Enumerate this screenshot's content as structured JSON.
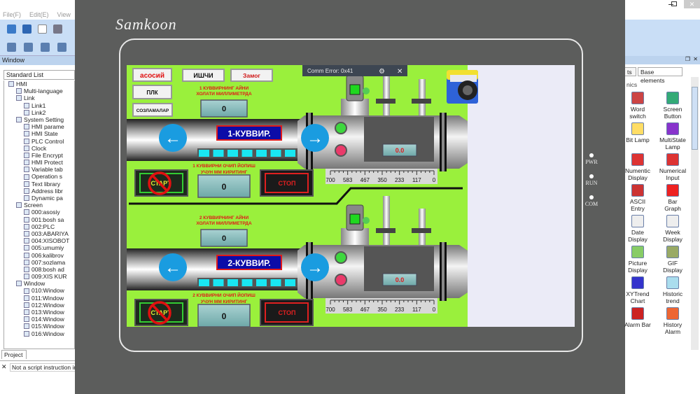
{
  "app": {
    "menu": [
      "File(F)",
      "Edit(E)",
      "View"
    ],
    "window_panel_title": "Window",
    "list_mode": "Standard List",
    "project_tab": "Project",
    "message": "Not a script instruction in"
  },
  "tree": [
    {
      "label": "HMI",
      "level": 0
    },
    {
      "label": "Multi-language",
      "level": 1
    },
    {
      "label": "Link",
      "level": 1
    },
    {
      "label": "Link1",
      "level": 2
    },
    {
      "label": "Link2",
      "level": 2
    },
    {
      "label": "System Setting",
      "level": 1
    },
    {
      "label": "HMI parame",
      "level": 2
    },
    {
      "label": "HMI State",
      "level": 2
    },
    {
      "label": "PLC Control",
      "level": 2
    },
    {
      "label": "Clock",
      "level": 2
    },
    {
      "label": "File Encrypt",
      "level": 2
    },
    {
      "label": "HMI Protect",
      "level": 2
    },
    {
      "label": "Variable tab",
      "level": 2
    },
    {
      "label": "Operation s",
      "level": 2
    },
    {
      "label": "Text library",
      "level": 2
    },
    {
      "label": "Address libr",
      "level": 2
    },
    {
      "label": "Dynamic pa",
      "level": 2
    },
    {
      "label": "Screen",
      "level": 1
    },
    {
      "label": "000:asosiy",
      "level": 2
    },
    {
      "label": "001:bosh sa",
      "level": 2
    },
    {
      "label": "002:PLC",
      "level": 2
    },
    {
      "label": "003:ABARIYA",
      "level": 2
    },
    {
      "label": "004:XISOBOT",
      "level": 2
    },
    {
      "label": "005:umumiy",
      "level": 2
    },
    {
      "label": "006:kalibrov",
      "level": 2
    },
    {
      "label": "007:sozlama",
      "level": 2
    },
    {
      "label": "008:bosh ad",
      "level": 2
    },
    {
      "label": "009:XIS KUR",
      "level": 2
    },
    {
      "label": "Window",
      "level": 1
    },
    {
      "label": "010:Window",
      "level": 2
    },
    {
      "label": "011:Window",
      "level": 2
    },
    {
      "label": "012:Window",
      "level": 2
    },
    {
      "label": "013:Window",
      "level": 2
    },
    {
      "label": "014:Window",
      "level": 2
    },
    {
      "label": "015:Window",
      "level": 2
    },
    {
      "label": "016:Window",
      "level": 2
    }
  ],
  "device": {
    "brand": "Samkoon",
    "indicators": [
      "PWR",
      "RUN",
      "COM"
    ]
  },
  "hmi": {
    "nav": {
      "home": "асосий",
      "worker": "ИШЧИ",
      "gate": "Замог",
      "plc": "ПЛК",
      "settings": "СОЗЛАМАЛАР"
    },
    "toast": {
      "text": "Comm Error: 0x41"
    },
    "green": "#9af03c",
    "units": [
      {
        "state_label_1": "1 КУВВИРНИНГ АЙНИ",
        "state_label_2": "ХОЛАТИ МИЛЛИМЕТРДА",
        "state_value": "0",
        "title": "1-КУВВИР.",
        "input_label_1": "1 КУВВИРНИ ОЧИП ЙОПИШ",
        "input_label_2": "УЧУН ММ КИРИТИНГ",
        "input_value": "0",
        "start": "СТАРТ",
        "stop": "СТОП",
        "reading": "0.0",
        "scale": [
          "700",
          "583",
          "467",
          "350",
          "233",
          "117",
          "0"
        ]
      },
      {
        "state_label_1": "2 КУВВИРНИНГ АЙНИ",
        "state_label_2": "ХОЛАТИ МИЛЛИМЕТРДА",
        "state_value": "0",
        "title": "2-КУВВИР.",
        "input_label_1": "2 КУВВИРНИ ОЧИП ЙОПИШ",
        "input_label_2": "УЧУН ММ КИРИТИНГ",
        "input_value": "0",
        "start": "СТАРТ",
        "stop": "СТОП",
        "reading": "0.0",
        "scale": [
          "700",
          "583",
          "467",
          "350",
          "233",
          "117",
          "0"
        ]
      }
    ]
  },
  "palette": {
    "tabs": [
      "ts",
      "Base elements"
    ],
    "group": "nics",
    "items": [
      {
        "l1": "Word",
        "l2": "switch",
        "color": "#c44"
      },
      {
        "l1": "Screen",
        "l2": "Button",
        "color": "#3a7"
      },
      {
        "l1": "Bit Lamp",
        "l2": "",
        "color": "#fd6"
      },
      {
        "l1": "MultiState",
        "l2": "Lamp",
        "color": "#83c"
      },
      {
        "l1": "Numentic",
        "l2": "Display",
        "color": "#d33"
      },
      {
        "l1": "Numerical",
        "l2": "Input",
        "color": "#d33"
      },
      {
        "l1": "ASCII",
        "l2": "Entry",
        "color": "#c33"
      },
      {
        "l1": "Bar",
        "l2": "Graph",
        "color": "#e22"
      },
      {
        "l1": "Date",
        "l2": "Display",
        "color": "#eee"
      },
      {
        "l1": "Week",
        "l2": "Display",
        "color": "#eee"
      },
      {
        "l1": "Picture",
        "l2": "Display",
        "color": "#8c6"
      },
      {
        "l1": "GIF",
        "l2": "Display",
        "color": "#9a6"
      },
      {
        "l1": "XYTrend",
        "l2": "Chart",
        "color": "#33c"
      },
      {
        "l1": "Historic",
        "l2": "trend",
        "color": "#ade"
      },
      {
        "l1": "Alarm Bar",
        "l2": "",
        "color": "#c22"
      },
      {
        "l1": "History",
        "l2": "Alarm",
        "color": "#e63"
      }
    ]
  }
}
